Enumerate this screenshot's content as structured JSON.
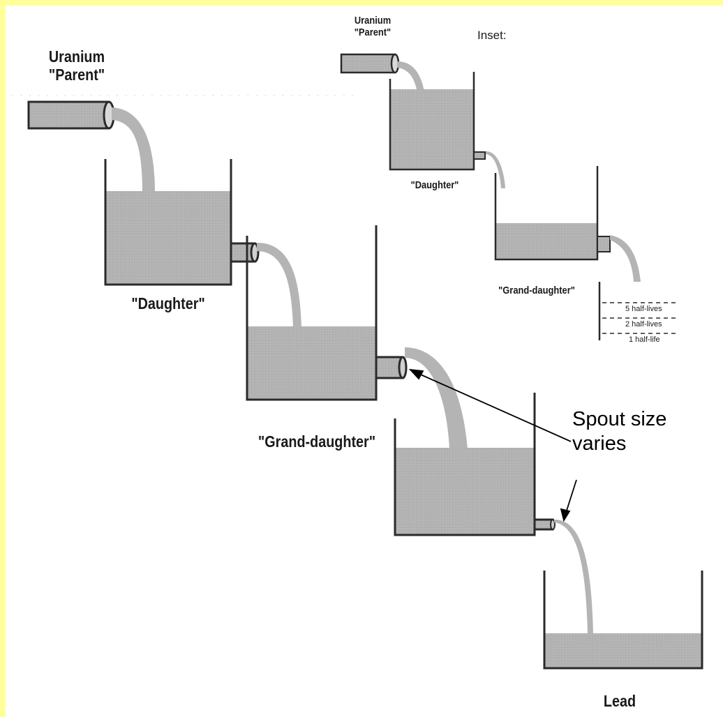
{
  "labels": {
    "uranium_parent_main": "Uranium\n\"Parent\"",
    "daughter_main": "\"Daughter\"",
    "grand_daughter_main": "\"Grand-daughter\"",
    "lead": "Lead",
    "inset_title": "Inset:",
    "uranium_parent_inset": "Uranium\n\"Parent\"",
    "daughter_inset": "\"Daughter\"",
    "grand_daughter_inset": "\"Grand-daughter\"",
    "half_lives": [
      "5 half-lives",
      "2 half-lives",
      "1 half-life"
    ]
  },
  "annotation": {
    "text": "Spout size\nvaries"
  },
  "colors": {
    "slide_border": "#ffff99",
    "water": "#b4b4b4",
    "outline": "#2a2a2a"
  }
}
